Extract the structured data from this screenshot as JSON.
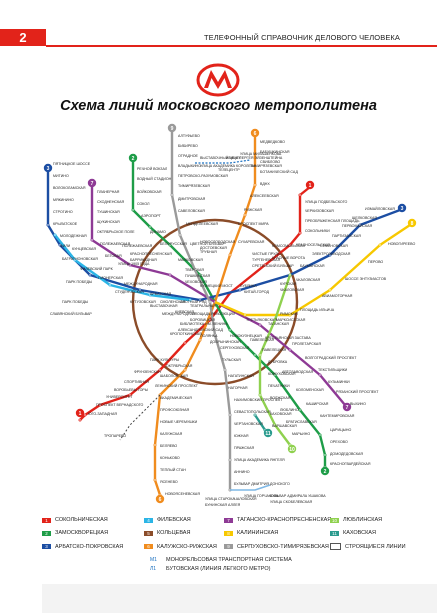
{
  "page": {
    "number": "2",
    "header": "ТЕЛЕФОННЫЙ СПРАВОЧНИК ДЕЛОВОГО ЧЕЛОВЕКА",
    "title": "Схема линий московского метрополитена",
    "logo": "М",
    "logo_icon": "metro-logo-icon",
    "colors": {
      "brand": "#e2231a"
    }
  },
  "legend": [
    {
      "num": "1",
      "label": "СОКОЛЬНИЧЕСКАЯ",
      "color": "#e2231a"
    },
    {
      "num": "4",
      "label": "ФИЛЕВСКАЯ",
      "color": "#2bb5e6"
    },
    {
      "num": "7",
      "label": "ТАГАНСКО-КРАСНОПРЕСНЕНСКАЯ",
      "color": "#8e3a95"
    },
    {
      "num": "10",
      "label": "ЛЮБЛИНСКАЯ",
      "color": "#8fd14f"
    },
    {
      "num": "2",
      "label": "ЗАМОСКВОРЕЦКАЯ",
      "color": "#1e9d48"
    },
    {
      "num": "5",
      "label": "КОЛЬЦЕВАЯ",
      "color": "#8b4c29"
    },
    {
      "num": "8",
      "label": "КАЛИНИНСКАЯ",
      "color": "#f7c800"
    },
    {
      "num": "11",
      "label": "КАХОВСКАЯ",
      "color": "#2a9b8e"
    },
    {
      "num": "3",
      "label": "АРБАТСКО-ПОКРОВСКАЯ",
      "color": "#1c4ea3"
    },
    {
      "num": "6",
      "label": "КАЛУЖСКО-РИЖСКАЯ",
      "color": "#f08c1e"
    },
    {
      "num": "9",
      "label": "СЕРПУХОВСКО-ТИМИРЯЗЕВСКАЯ",
      "color": "#9a9a9a"
    },
    {
      "num": "",
      "label": "СТРОЯЩИЕСЯ ЛИНИИ",
      "color": "#ffffff"
    }
  ],
  "special_lines": [
    {
      "code": "М1",
      "label": "МОНОРЕЛЬСОВАЯ ТРАНСПОРТНАЯ СИСТЕМА"
    },
    {
      "code": "Л1",
      "label": "БУТОВСКАЯ (ЛИНИЯ ЛЕГКОГО МЕТРО)"
    }
  ],
  "stations": {
    "l1_n": [
      "УЛИЦА ПОДБЕЛЬСКОГО",
      "ЧЕРКИЗОВСКАЯ",
      "ПРЕОБРАЖЕНСКАЯ ПЛОЩАДЬ",
      "СОКОЛЬНИКИ",
      "КРАСНОСЕЛЬСКАЯ"
    ],
    "l1_s": [
      "ЮГО-ЗАПАДНАЯ",
      "ПРОСПЕКТ ВЕРНАДСКОГО",
      "УНИВЕРСИТЕТ",
      "ВОРОБЬЕВЫ ГОРЫ",
      "СПОРТИВНАЯ",
      "ФРУНЗЕНСКАЯ",
      "ПАРК КУЛЬТУРЫ"
    ],
    "l2_n": [
      "РЕЧНОЙ ВОКЗАЛ",
      "ВОДНЫЙ СТАДИОН",
      "ВОЙКОВСКАЯ",
      "СОКОЛ",
      "АЭРОПОРТ",
      "ДИНАМО",
      "БЕЛОРУССКАЯ",
      "МАЯКОВСКАЯ"
    ],
    "l2_s": [
      "ПАВЕЛЕЦКАЯ",
      "АВТОЗАВОДСКАЯ",
      "КОЛОМЕНСКАЯ",
      "КАШИРСКАЯ",
      "КАНТЕМИРОВСКАЯ",
      "ЦАРИЦЫНО",
      "ОРЕХОВО",
      "ДОМОДЕДОВСКАЯ",
      "КРАСНОГВАРДЕЙСКАЯ"
    ],
    "l3_w": [
      "ПЯТНИЦКОЕ ШОССЕ",
      "МИТИНО",
      "ВОЛОКОЛАМСКАЯ",
      "МЯКИНИНО",
      "СТРОГИНО",
      "КРЫЛАТСКОЕ",
      "МОЛОДЕЖНАЯ",
      "КУНЦЕВСКАЯ",
      "ПАРК ПОБЕДЫ",
      "СЛАВЯНСКИЙ БУЛЬВАР"
    ],
    "l3_e": [
      "БАУМАНСКАЯ",
      "ЭЛЕКТРОЗАВОДСКАЯ",
      "СЕМЕНОВСКАЯ",
      "ПАРТИЗАНСКАЯ",
      "ПЕРВОМАЙСКАЯ",
      "ЩЕЛКОВСКАЯ",
      "ИЗМАЙЛОВСКАЯ"
    ],
    "l4": [
      "ФИЛИ",
      "БАГРАТИОНОВСКАЯ",
      "ФИЛЕВСКИЙ ПАРК",
      "ПИОНЕРСКАЯ",
      "СТУДЕНЧЕСКАЯ",
      "КУТУЗОВСКАЯ",
      "ВЫСТАВОЧНАЯ",
      "МЕЖДУНАРОДНАЯ"
    ],
    "l6_n": [
      "МЕДВЕДКОВО",
      "БАБУШКИНСКАЯ",
      "СВИБЛОВО",
      "БОТАНИЧЕСКИЙ САД",
      "ВДНХ",
      "АЛЕКСЕЕВСКАЯ",
      "РИЖСКАЯ",
      "ПРОСПЕКТ МИРА"
    ],
    "l6_s": [
      "ОКТЯБРЬСКАЯ",
      "ШАБОЛОВСКАЯ",
      "ЛЕНИНСКИЙ ПРОСПЕКТ",
      "АКАДЕМИЧЕСКАЯ",
      "ПРОФСОЮЗНАЯ",
      "НОВЫЕ ЧЕРЕМУШКИ",
      "КАЛУЖСКАЯ",
      "БЕЛЯЕВО",
      "КОНЬКОВО",
      "ТЕПЛЫЙ СТАН",
      "ЯСЕНЕВО",
      "НОВОЯСЕНЕВСКАЯ"
    ],
    "l7_nw": [
      "ПЛАНЕРНАЯ",
      "СХОДНЕНСКАЯ",
      "ТУШИНСКАЯ",
      "ЩУКИНСКАЯ",
      "ОКТЯБРЬСКОЕ ПОЛЕ",
      "ПОЛЕЖАЕВСКАЯ",
      "БЕГОВАЯ",
      "УЛИЦА 1905 ГОДА"
    ],
    "l7_se": [
      "ТАГАНСКАЯ",
      "ПРОЛЕТАРСКАЯ",
      "ВОЛГОГРАДСКИЙ ПРОСПЕКТ",
      "ТЕКСТИЛЬЩИКИ",
      "КУЗЬМИНКИ",
      "РЯЗАНСКИЙ ПРОСПЕКТ",
      "ВЫХИНО"
    ],
    "l8": [
      "ТРЕТЬЯКОВСКАЯ",
      "МАРКСИСТСКАЯ",
      "ПЛОЩАДЬ ИЛЬИЧА",
      "АВИАМОТОРНАЯ",
      "ШОССЕ ЭНТУЗИАСТОВ",
      "ПЕРОВО",
      "НОВОГИРЕЕВО"
    ],
    "l9_n": [
      "АЛТУФЬЕВО",
      "БИБИРЕВО",
      "ОТРАДНОЕ",
      "ВЛАДЫКИНО",
      "ПЕТРОВСКО-РАЗУМОВСКАЯ",
      "ТИМИРЯЗЕВСКАЯ",
      "ДМИТРОВСКАЯ",
      "САВЕЛОВСКАЯ",
      "МЕНДЕЛЕЕВСКАЯ",
      "ЦВЕТНОЙ БУЛЬВАР"
    ],
    "l9_s": [
      "СЕРПУХОВСКАЯ",
      "ТУЛЬСКАЯ",
      "НАГАТИНСКАЯ",
      "НАГОРНАЯ",
      "НАХИМОВСКИЙ ПРОСПЕКТ",
      "СЕВАСТОПОЛЬСКАЯ",
      "ЧЕРТАНОВСКАЯ",
      "ЮЖНАЯ",
      "ПРАЖСКАЯ",
      "УЛИЦА АКАДЕМИКА ЯНГЕЛЯ",
      "АННИНО",
      "БУЛЬВАР ДМИТРИЯ ДОНСКОГО"
    ],
    "l10": [
      "ЧКАЛОВСКАЯ",
      "РИМСКАЯ",
      "КРЕСТЬЯНСКАЯ ЗАСТАВА",
      "ДУБРОВКА",
      "КОЖУХОВСКАЯ",
      "ПЕЧАТНИКИ",
      "ВОЛЖСКАЯ",
      "ЛЮБЛИНО",
      "БРАТИСЛАВСКАЯ",
      "МАРЬИНО"
    ],
    "l11": [
      "КАХОВСКАЯ",
      "ВАРШАВСКАЯ"
    ],
    "center": [
      "КИЕВСКАЯ",
      "АРБАТСКАЯ",
      "ПУШКИНСКАЯ",
      "ЧЕХОВСКАЯ",
      "ТВЕРСКАЯ",
      "ТЕАТРАЛЬНАЯ",
      "ОХОТНЫЙ РЯД",
      "ЛУБЯНКА",
      "КИТАЙ-ГОРОД",
      "ЧИСТЫЕ ПРУДЫ",
      "ТУРГЕНЕВСКАЯ",
      "СРЕТЕНСКИЙ БУЛЬВАР",
      "ТРУБНАЯ",
      "КУРСКАЯ",
      "ЧКАЛОВСКАЯ",
      "КРАСНЫЕ ВОРОТА",
      "КОМСОМОЛЬСКАЯ",
      "СУХАРЕВСКАЯ",
      "БОРОВИЦКАЯ",
      "БИБЛИОТЕКА ИМ. ЛЕНИНА",
      "АЛЕКСАНДРОВСКИЙ САД",
      "КРОПОТКИНСКАЯ",
      "ПОЛЯНКА",
      "НОВОКУЗНЕЦКАЯ",
      "ДОБРЫНИНСКАЯ",
      "СМОЛЕНСКАЯ",
      "ПЛОЩАДЬ РЕВОЛЮЦИИ",
      "КУЗНЕЦКИЙ МОСТ",
      "КРАСНОПРЕСНЕНСКАЯ",
      "БАРРИКАДНАЯ",
      "НОВОСЛОБОДСКАЯ",
      "ДОСТОЕВСКАЯ",
      "ПАВЕЛЕЦКАЯ"
    ],
    "l_butovo": [
      "УЛИЦА СТАРОКАЧАЛОВСКАЯ",
      "БУНИНСКАЯ АЛЛЕЯ",
      "УЛИЦА ГОРЧАКОВА",
      "БУЛЬВАР АДМИРАЛА УШАКОВА",
      "УЛИЦА СКОБЕЛЕВСКАЯ"
    ],
    "monorail": [
      "ВЫСТАВОЧНЫЙ ЦЕНТР",
      "УЛИЦА АКАДЕМИКА КОРОЛЕВА",
      "ТЕЛЕЦЕНТР",
      "УЛИЦА СЕРГЕЯ ЭЙЗЕНШТЕЙНА",
      "УЛИЦА МИЛАШЕНКОВА",
      "ТИМИРЯЗЕВСКАЯ"
    ],
    "construction": [
      "ТРОПАРЕВО",
      "ПОЛЕЖАЕВСКАЯ",
      "МЕЖДУНАРОДНАЯ",
      "ПАРК ПОБЕДЫ"
    ]
  }
}
